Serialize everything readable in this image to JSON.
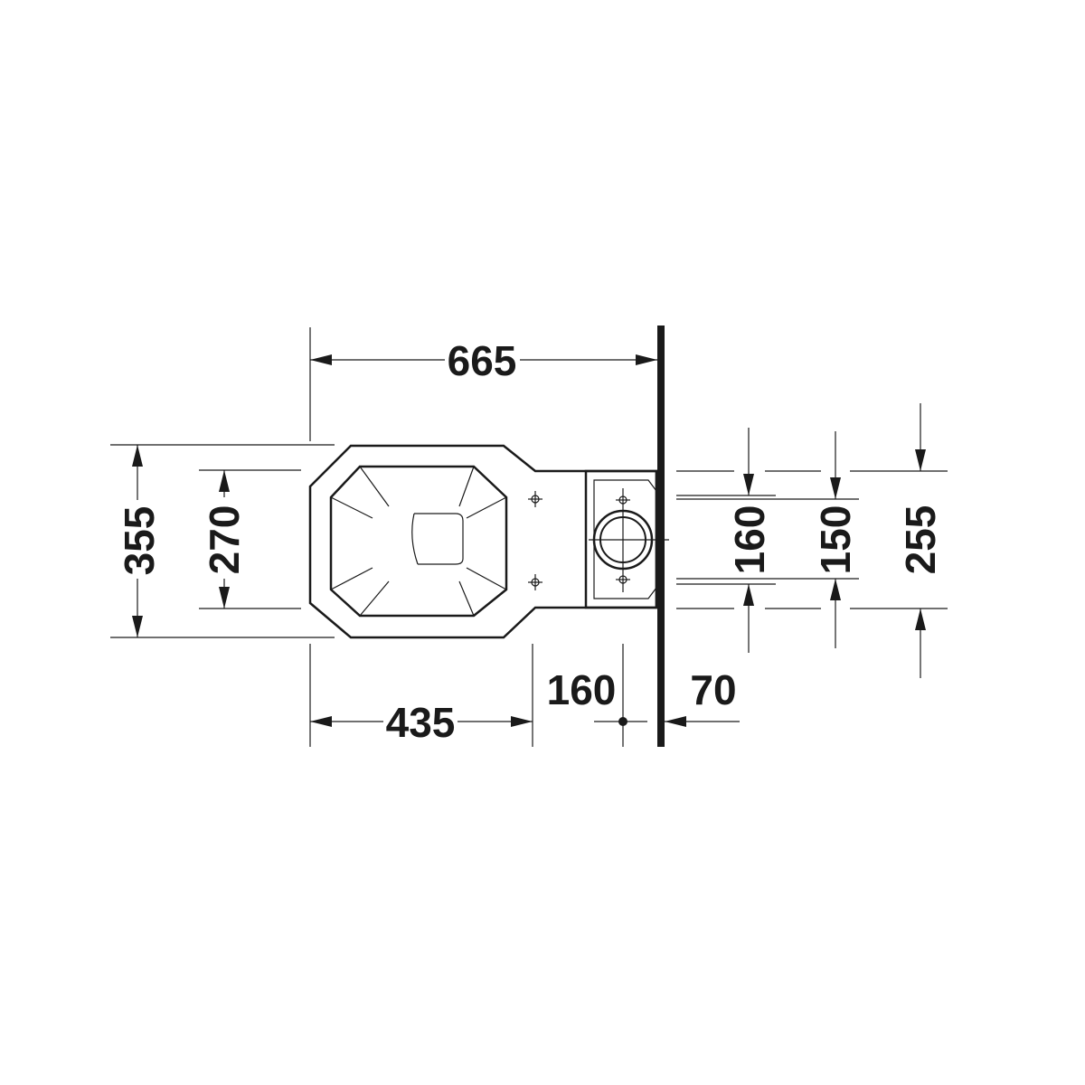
{
  "dimensions": {
    "overall_length": "665",
    "overall_width": "355",
    "seat_width": "270",
    "seat_depth": "435",
    "fixing_spacing": "160",
    "wall_offset": "70",
    "right_160": "160",
    "right_150": "150",
    "right_255": "255"
  },
  "colors": {
    "line": "#1a1a1a",
    "background": "#ffffff"
  }
}
